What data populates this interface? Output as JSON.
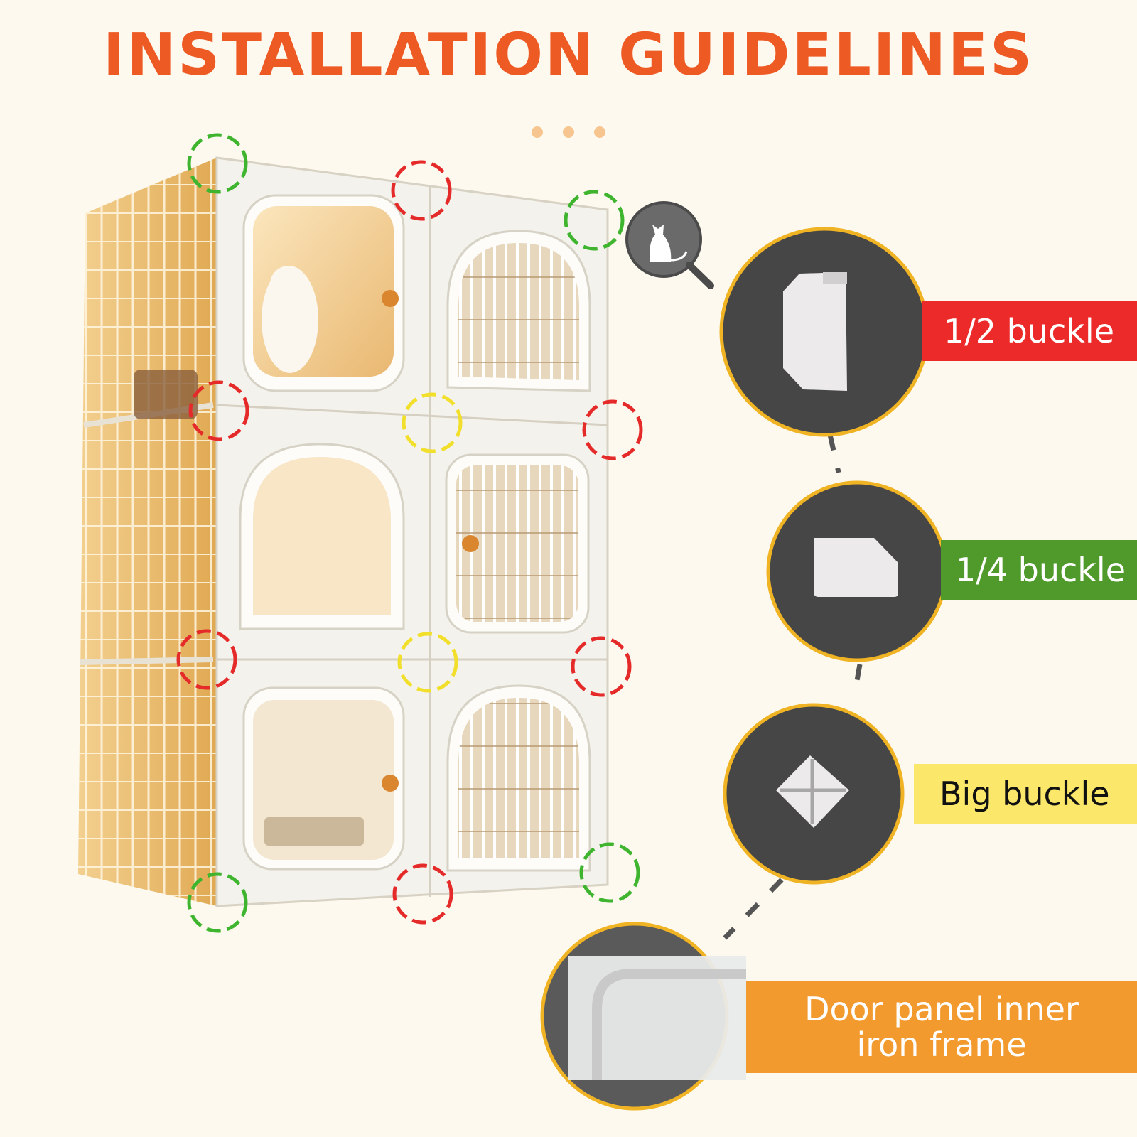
{
  "title": "INSTALLATION GUIDELINES",
  "labels": {
    "half_buckle": "1/2 buckle",
    "quarter_buckle": "1/4 buckle",
    "big_buckle": "Big buckle",
    "door_line1": "Door panel inner",
    "door_line2": "iron frame"
  },
  "colors": {
    "title": "#ee5a24",
    "half_buckle": "#ec2a2a",
    "quarter_buckle": "#4f9a2a",
    "big_buckle": "#fbe86a",
    "door_frame": "#f29a2e",
    "marker_red": "#e52a2a",
    "marker_green": "#3fb52f",
    "marker_yellow": "#f1df2c"
  },
  "icons": [
    "magnifier-cat-icon",
    "half-buckle-icon",
    "quarter-buckle-icon",
    "big-buckle-icon",
    "door-frame-detail"
  ]
}
